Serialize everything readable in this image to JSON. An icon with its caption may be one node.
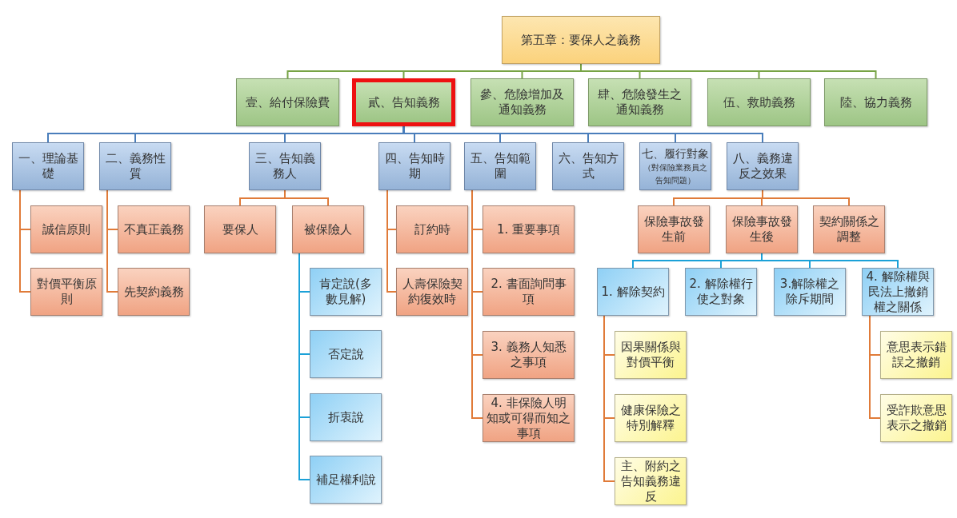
{
  "diagram": {
    "nodes": [
      {
        "text": [
          "第五章：要保人之義務"
        ]
      },
      {
        "text": [
          "壹、給付保險費"
        ]
      },
      {
        "text": [
          "貳、告知義務"
        ]
      },
      {
        "text": [
          "參、危險增加及通知義務"
        ]
      },
      {
        "text": [
          "肆、危險發生之通知義務"
        ]
      },
      {
        "text": [
          "伍、救助義務"
        ]
      },
      {
        "text": [
          "陸、協力義務"
        ]
      },
      {
        "text": [
          "一、理論基礎"
        ]
      },
      {
        "text": [
          "二、義務性質"
        ]
      },
      {
        "text": [
          "三、告知義務人"
        ]
      },
      {
        "text": [
          "四、告知時期"
        ]
      },
      {
        "text": [
          "五、告知範圍"
        ]
      },
      {
        "text": [
          "六、告知方式"
        ]
      },
      {
        "text": [
          "七、履行對象",
          "（對保險業務員之告知問題）"
        ]
      },
      {
        "text": [
          "八、義務違反之效果"
        ]
      },
      {
        "text": [
          "誠信原則"
        ]
      },
      {
        "text": [
          "對價平衡原則"
        ]
      },
      {
        "text": [
          "不真正義務"
        ]
      },
      {
        "text": [
          "先契約義務"
        ]
      },
      {
        "text": [
          "要保人"
        ]
      },
      {
        "text": [
          "被保險人"
        ]
      },
      {
        "text": [
          "肯定說(多數見解)"
        ]
      },
      {
        "text": [
          "否定說"
        ]
      },
      {
        "text": [
          "折衷說"
        ]
      },
      {
        "text": [
          "補足權利說"
        ]
      },
      {
        "text": [
          "訂約時"
        ]
      },
      {
        "text": [
          "人壽保險契約復效時"
        ]
      },
      {
        "text": [
          "1. 重要事項"
        ]
      },
      {
        "text": [
          "2. 書面詢問事項"
        ]
      },
      {
        "text": [
          "3. 義務人知悉之事項"
        ]
      },
      {
        "text": [
          "4. 非保險人明知或可得而知之事項"
        ]
      },
      {
        "text": [
          "保險事故發生前"
        ]
      },
      {
        "text": [
          "保險事故發生後"
        ]
      },
      {
        "text": [
          "契約關係之調整"
        ]
      },
      {
        "text": [
          "1. 解除契約"
        ]
      },
      {
        "text": [
          "2. 解除權行使之對象"
        ]
      },
      {
        "text": [
          "3.解除權之除斥期間"
        ]
      },
      {
        "text": [
          "4. 解除權與民法上撤銷權之關係"
        ]
      },
      {
        "text": [
          "因果關係與對價平衡"
        ]
      },
      {
        "text": [
          "健康保險之特別解釋"
        ]
      },
      {
        "text": [
          "主、附約之告知義務違反"
        ]
      },
      {
        "text": [
          "意思表示錯誤之撤銷"
        ]
      },
      {
        "text": [
          "受詐欺意思表示之撤銷"
        ]
      }
    ],
    "edges": [
      {
        "from": 0,
        "to": 1,
        "arrow": "none",
        "color": "#77a345"
      },
      {
        "from": 0,
        "to": 2,
        "arrow": "none",
        "color": "#77a345"
      },
      {
        "from": 0,
        "to": 3,
        "arrow": "none",
        "color": "#77a345"
      },
      {
        "from": 0,
        "to": 4,
        "arrow": "none",
        "color": "#77a345"
      },
      {
        "from": 0,
        "to": 5,
        "arrow": "none",
        "color": "#77a345"
      },
      {
        "from": 0,
        "to": 6,
        "arrow": "none",
        "color": "#77a345"
      },
      {
        "from": 2,
        "to": 7,
        "arrow": "none",
        "color": "#4a7ebb"
      },
      {
        "from": 2,
        "to": 8,
        "arrow": "none",
        "color": "#4a7ebb"
      },
      {
        "from": 2,
        "to": 9,
        "arrow": "none",
        "color": "#4a7ebb"
      },
      {
        "from": 2,
        "to": 10,
        "arrow": "none",
        "color": "#4a7ebb"
      },
      {
        "from": 2,
        "to": 11,
        "arrow": "none",
        "color": "#4a7ebb"
      },
      {
        "from": 2,
        "to": 12,
        "arrow": "none",
        "color": "#4a7ebb"
      },
      {
        "from": 2,
        "to": 13,
        "arrow": "none",
        "color": "#4a7ebb"
      },
      {
        "from": 2,
        "to": 14,
        "arrow": "none",
        "color": "#4a7ebb"
      },
      {
        "from": 7,
        "to": 15,
        "arrow": "none"
      },
      {
        "from": 7,
        "to": 16,
        "arrow": "none"
      },
      {
        "from": 8,
        "to": 17,
        "arrow": "none"
      },
      {
        "from": 8,
        "to": 18,
        "arrow": "none"
      },
      {
        "from": 9,
        "to": 19,
        "arrow": "none"
      },
      {
        "from": 9,
        "to": 20,
        "arrow": "none"
      },
      {
        "from": 20,
        "to": 21,
        "arrow": "none",
        "color": "#1ba1d8"
      },
      {
        "from": 20,
        "to": 22,
        "arrow": "none",
        "color": "#1ba1d8"
      },
      {
        "from": 20,
        "to": 23,
        "arrow": "none",
        "color": "#1ba1d8"
      },
      {
        "from": 20,
        "to": 24,
        "arrow": "none",
        "color": "#1ba1d8"
      },
      {
        "from": 10,
        "to": 25,
        "arrow": "none"
      },
      {
        "from": 10,
        "to": 26,
        "arrow": "none"
      },
      {
        "from": 11,
        "to": 27,
        "arrow": "none"
      },
      {
        "from": 11,
        "to": 28,
        "arrow": "none"
      },
      {
        "from": 11,
        "to": 29,
        "arrow": "none"
      },
      {
        "from": 11,
        "to": 30,
        "arrow": "none"
      },
      {
        "from": 14,
        "to": 31,
        "arrow": "none"
      },
      {
        "from": 14,
        "to": 32,
        "arrow": "none"
      },
      {
        "from": 14,
        "to": 33,
        "arrow": "none"
      },
      {
        "from": 32,
        "to": 34,
        "arrow": "none",
        "color": "#1ba1d8"
      },
      {
        "from": 32,
        "to": 35,
        "arrow": "none",
        "color": "#1ba1d8"
      },
      {
        "from": 32,
        "to": 36,
        "arrow": "none",
        "color": "#1ba1d8"
      },
      {
        "from": 32,
        "to": 37,
        "arrow": "none",
        "color": "#1ba1d8"
      },
      {
        "from": 34,
        "to": 38,
        "arrow": "none"
      },
      {
        "from": 34,
        "to": 39,
        "arrow": "none"
      },
      {
        "from": 34,
        "to": 40,
        "arrow": "none"
      },
      {
        "from": 37,
        "to": 41,
        "arrow": "none"
      },
      {
        "from": 37,
        "to": 42,
        "arrow": "none"
      }
    ]
  }
}
